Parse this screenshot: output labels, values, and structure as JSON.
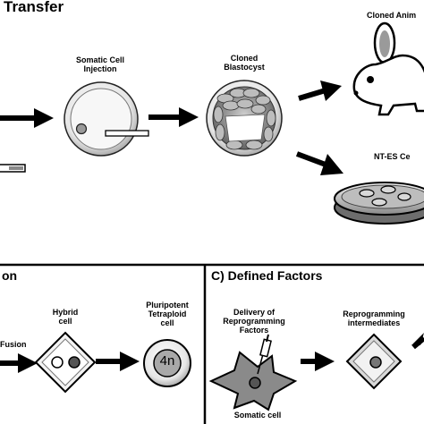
{
  "panel_top": {
    "title": "Transfer",
    "labels": {
      "somatic_injection": "Somatic Cell\nInjection",
      "cloned_blastocyst": "Cloned\nBlastocyst",
      "cloned_animal": "Cloned Anim",
      "nt_es_cells": "NT-ES Ce"
    }
  },
  "panel_fusion": {
    "title": "on",
    "labels": {
      "fusion": "Fusion",
      "hybrid_cell": "Hybrid\ncell",
      "pluripotent": "Pluripotent\nTetraploid\ncell",
      "tetraploid_mark": "4n"
    }
  },
  "panel_defined": {
    "title": "C) Defined Factors",
    "labels": {
      "delivery": "Delivery of\nReprogramming\nFactors",
      "intermediates": "Reprogramming\nintermediates",
      "somatic_cell": "Somatic cell"
    }
  }
}
